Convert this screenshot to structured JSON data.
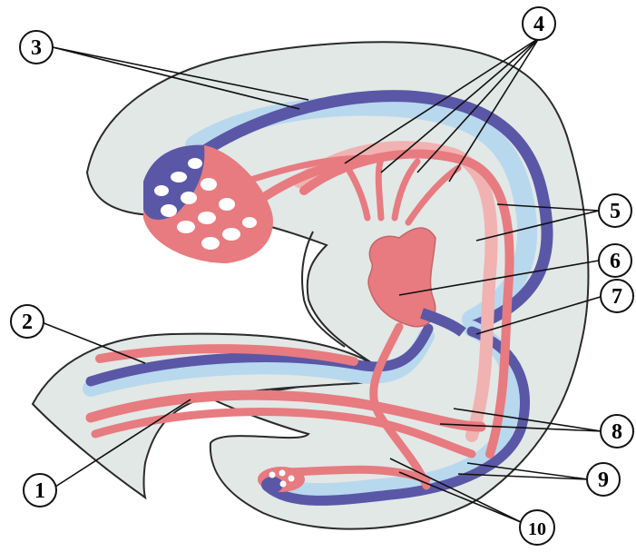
{
  "figure": {
    "callouts": [
      {
        "id": "c3",
        "label": "3"
      },
      {
        "id": "c4",
        "label": "4"
      },
      {
        "id": "c5",
        "label": "5"
      },
      {
        "id": "c6",
        "label": "6"
      },
      {
        "id": "c7",
        "label": "7"
      },
      {
        "id": "c2",
        "label": "2"
      },
      {
        "id": "c8",
        "label": "8"
      },
      {
        "id": "c9",
        "label": "9"
      },
      {
        "id": "c1",
        "label": "1"
      },
      {
        "id": "c10",
        "label": "10"
      }
    ]
  },
  "colors": {
    "tissue": "#e2e8e6",
    "artery": "#e77b80",
    "artery_light": "#f1b2b2",
    "vein": "#5a57a7",
    "vein_light": "#b8d8ee",
    "outline": "#2a2a2a",
    "callout_stroke": "#111111",
    "background": "#ffffff"
  }
}
